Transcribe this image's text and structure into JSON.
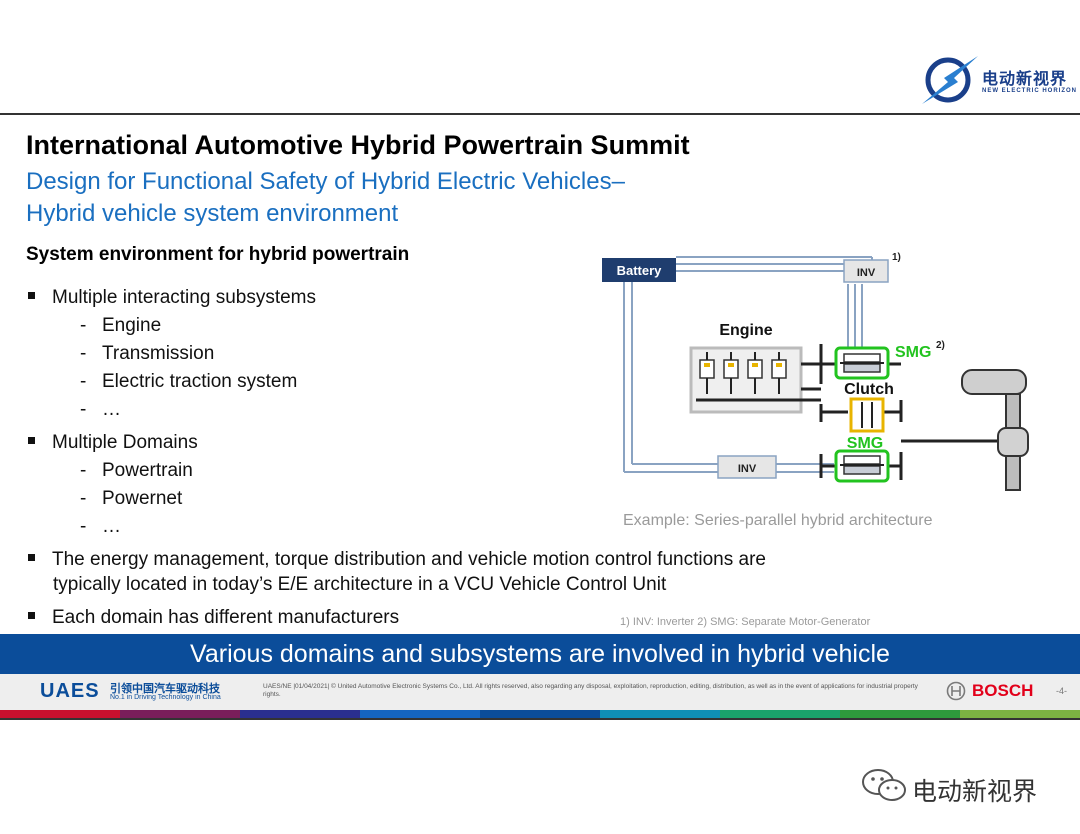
{
  "brand": {
    "name_cn": "电动新视界",
    "name_en": "NEW ELECTRIC HORIZON"
  },
  "slide": {
    "title": "International Automotive Hybrid Powertrain Summit",
    "subtitle_line1": "Design for Functional Safety of Hybrid Electric Vehicles–",
    "subtitle_line2": "Hybrid vehicle system environment",
    "section_heading": "System environment for hybrid powertrain",
    "bullets": [
      {
        "text": "Multiple interacting subsystems"
      },
      {
        "text": "Multiple Domains"
      },
      {
        "text": "The energy management, torque distribution and vehicle motion control functions are"
      },
      {
        "text": "typically located in today’s E/E architecture in a VCU Vehicle Control Unit"
      },
      {
        "text": "Each domain has different manufacturers"
      }
    ],
    "subsystems": [
      "Engine",
      "Transmission",
      "Electric traction system",
      "…"
    ],
    "domains": [
      "Powertrain",
      "Powernet",
      "…"
    ],
    "dash": "-"
  },
  "diagram": {
    "battery": "Battery",
    "inv_top": "INV",
    "inv_bottom": "INV",
    "engine": "Engine",
    "smg_top": "SMG",
    "smg_bottom": "SMG",
    "clutch": "Clutch",
    "note1": "1)",
    "note2": "2)",
    "caption": "Example: Series-parallel hybrid architecture",
    "footnote": "1) INV: Inverter 2) SMG: Separate Motor-Generator",
    "colors": {
      "battery": "#1f3d6e",
      "smg": "#22c31f",
      "clutch": "#e8b400",
      "line": "#8aa3c2"
    }
  },
  "banner": "Various domains and subsystems are involved in hybrid vehicle",
  "footer": {
    "uaes": "UAES",
    "uaes_cn": "引领中国汽车驱动科技",
    "uaes_en": "No.1 in Driving Technology in China",
    "legal": "UAES/NE |01/04/2021| © United Automotive Electronic Systems Co., Ltd.  All rights reserved, also regarding any disposal, exploitation, reproduction, editing, distribution, as well as in the event of applications for industrial property rights.",
    "bosch": "BOSCH",
    "page": "-4-"
  },
  "watermark": "电动新视界"
}
